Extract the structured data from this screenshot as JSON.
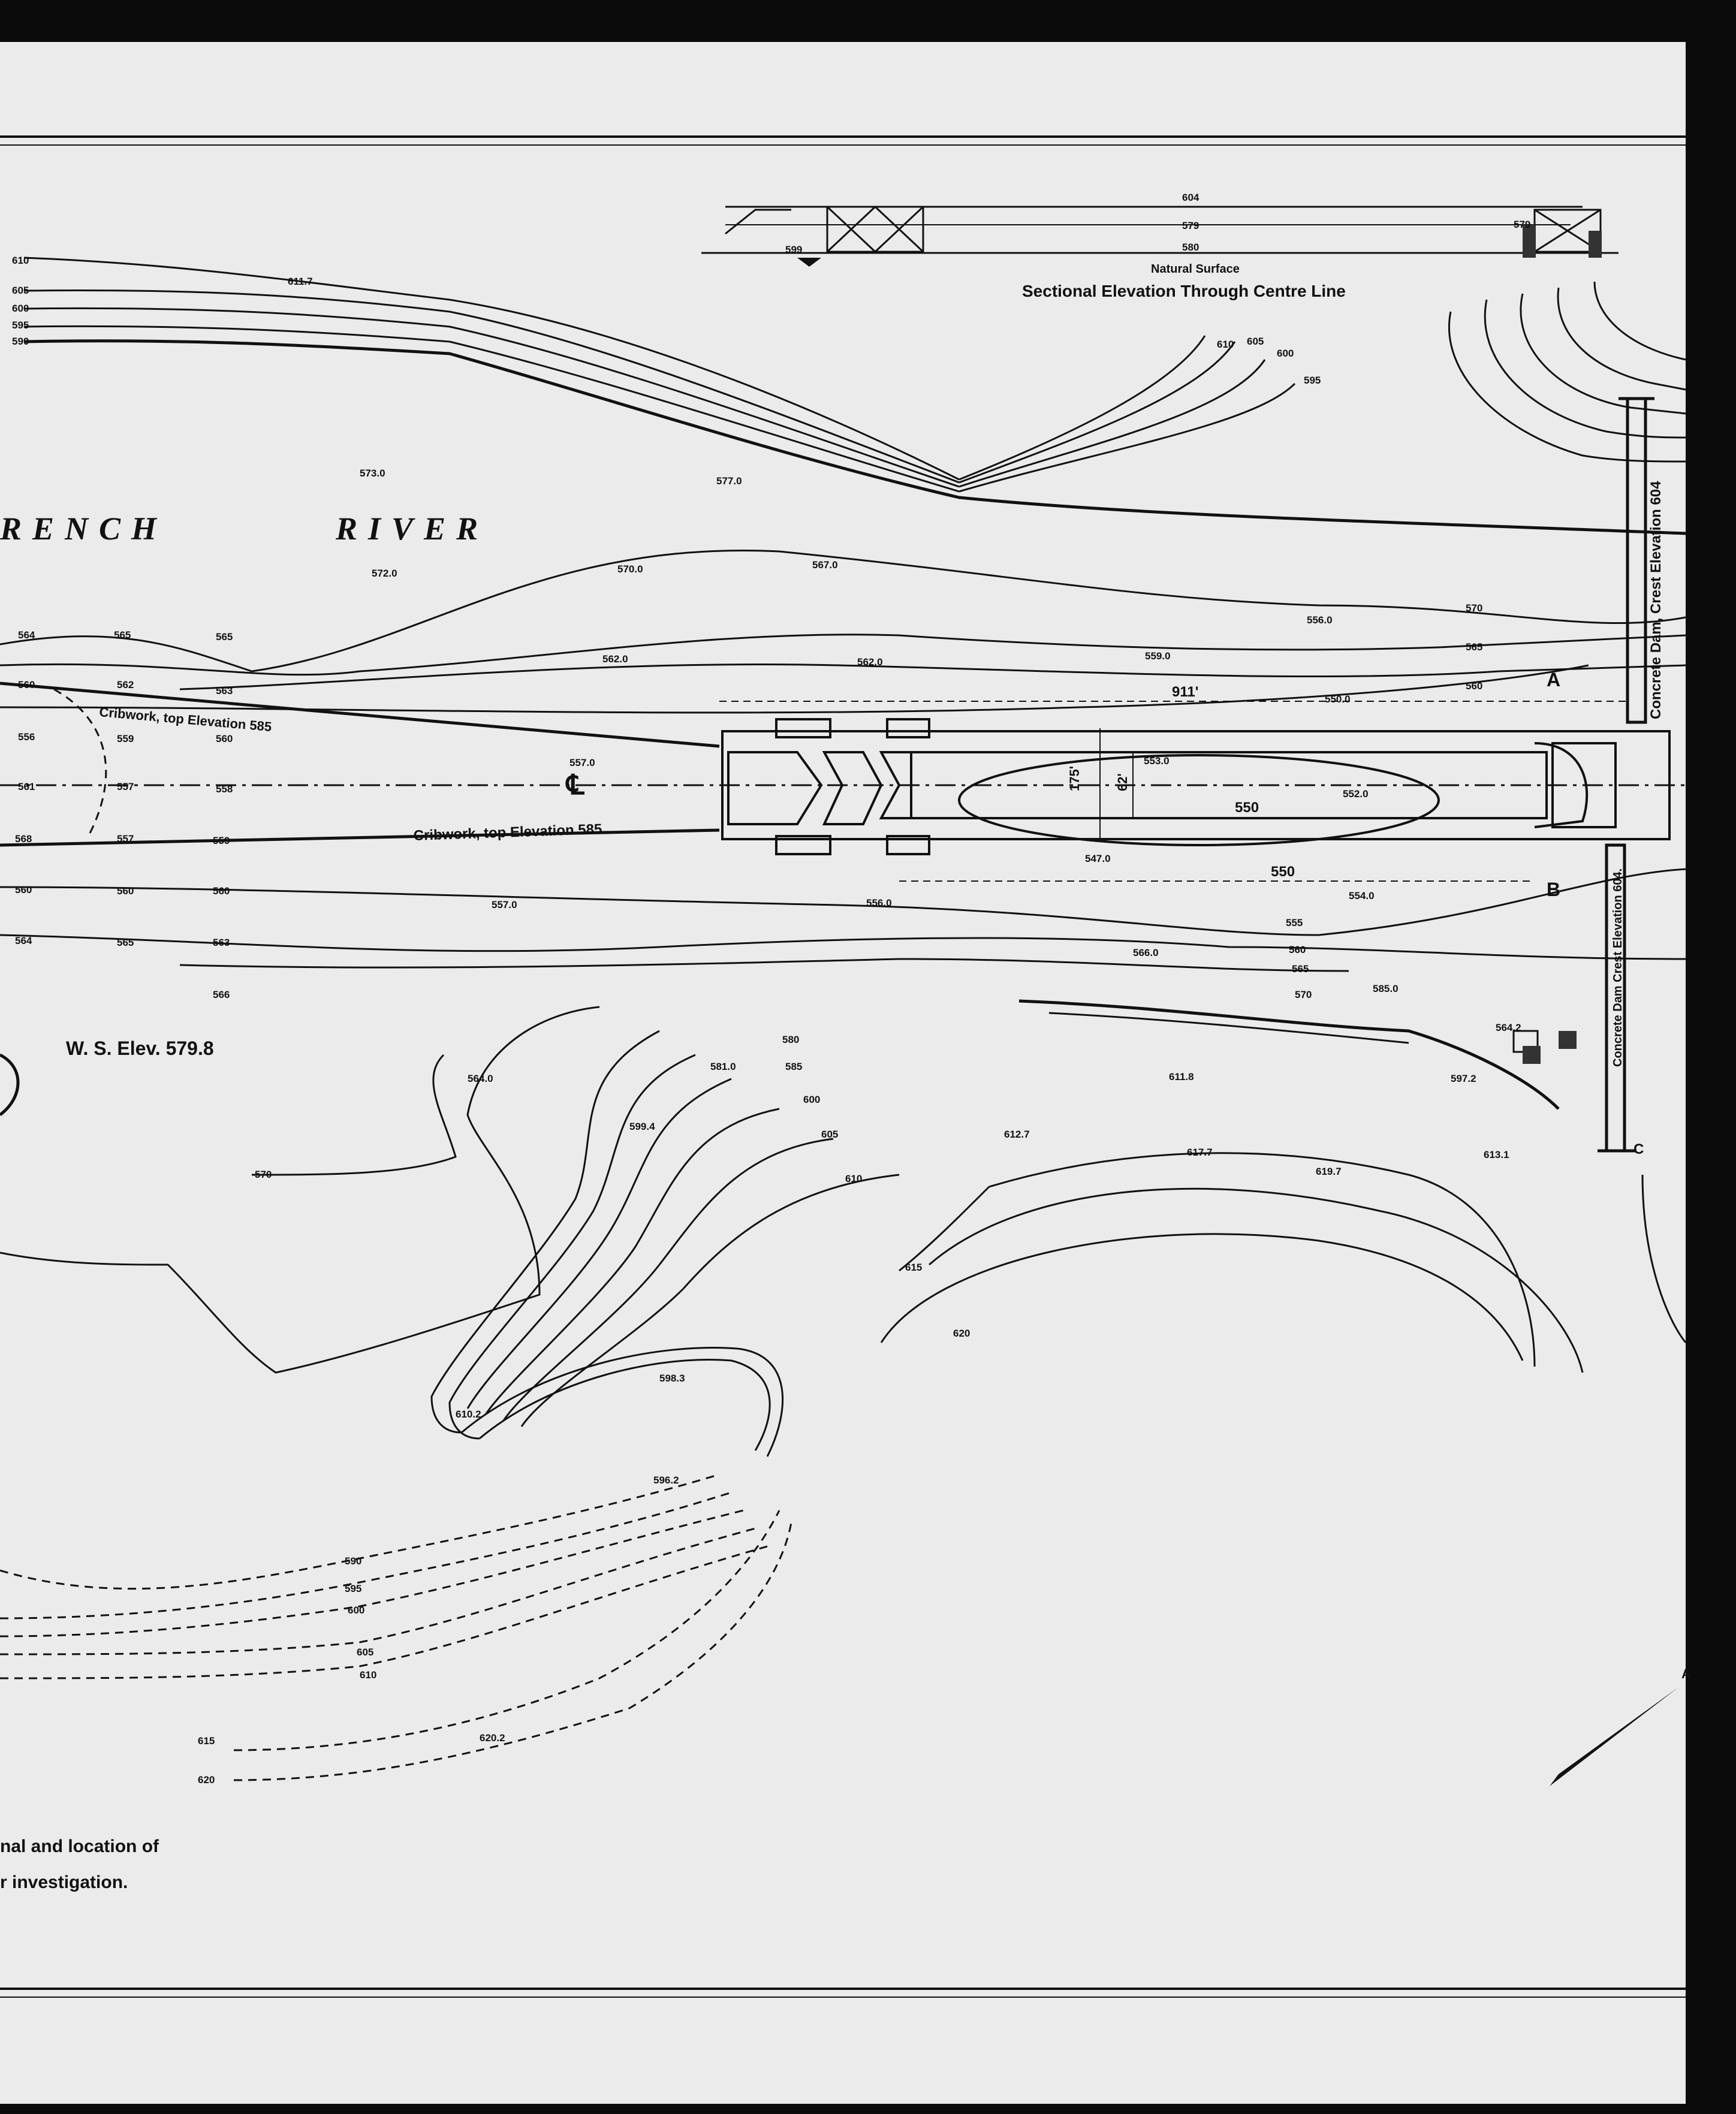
{
  "title_section": "Sectional Elevation Through Centre Line",
  "section_labels": {
    "natural_surface": "Natural Surface",
    "elev_top": "604",
    "elev_a": "579",
    "elev_b": "580",
    "elev_c": "599",
    "elev_d": "579"
  },
  "river_name_left": "RENCH",
  "river_name_right": "RIVER",
  "water_surface": "W. S. Elev. 579.8",
  "cribwork_upper": "Cribwork, top Elevation 585",
  "cribwork_lower": "Cribwork, top Elevation 585",
  "centre_line": "℄",
  "dam_upper": "Concrete Dam, Crest Elevation 604",
  "dam_lower": "Concrete Dam Crest Elevation 604.",
  "section_marks": {
    "a": "A",
    "b": "B",
    "c": "C",
    "arrow": "A"
  },
  "dims": {
    "length": "911'",
    "inner": "550",
    "inner2": "550",
    "width_outer": "175'",
    "width_inner": "62'",
    "lock_547": "547.0"
  },
  "notes": {
    "line1": "nal and location of",
    "line2": "r investigation."
  },
  "left_contours": [
    "610",
    "605",
    "600",
    "595",
    "590"
  ],
  "spot_elevations": [
    "611.7",
    "573.0",
    "577.0",
    "572.0",
    "570.0",
    "567.0",
    "562.0",
    "562.0",
    "559.0",
    "556.0",
    "550.0",
    "557.0",
    "553.0",
    "552.0",
    "556.0",
    "557.0",
    "554.0",
    "566.0",
    "585.0",
    "581.0",
    "599.4",
    "612.7",
    "611.8",
    "617.7",
    "619.7",
    "613.1",
    "597.2",
    "620.2",
    "598.3",
    "610.2",
    "596.2",
    "564.0",
    "564.2"
  ],
  "contour_labels_mid": [
    "570",
    "565",
    "560",
    "555",
    "560",
    "565",
    "570",
    "580",
    "585",
    "600",
    "605",
    "610",
    "615",
    "620",
    "590",
    "595",
    "600",
    "605",
    "610",
    "615",
    "620",
    "570"
  ],
  "left_margin_depths": [
    "564",
    "565",
    "565",
    "562",
    "563",
    "560",
    "556",
    "559",
    "560",
    "561",
    "557",
    "558",
    "568",
    "557",
    "559",
    "560",
    "560",
    "560",
    "564",
    "565",
    "563",
    "566"
  ],
  "upper_curve_labels": [
    "610",
    "605",
    "600",
    "595"
  ]
}
